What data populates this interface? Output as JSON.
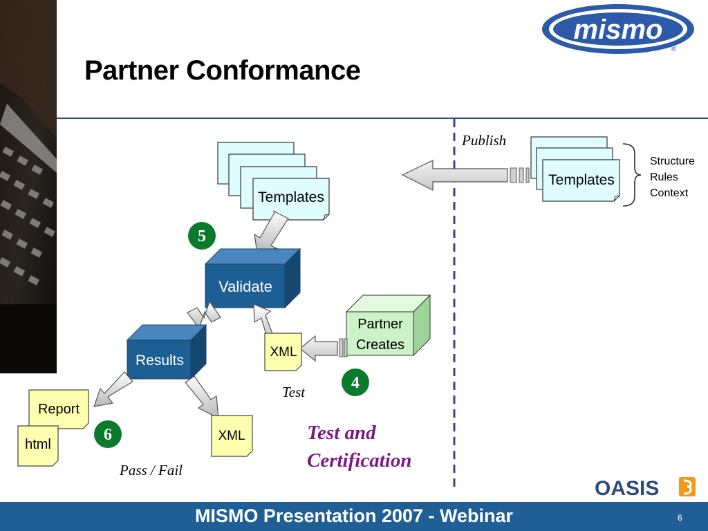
{
  "slide": {
    "title": "Partner Conformance",
    "footer": "MISMO Presentation 2007 - Webinar",
    "slide_number": "6"
  },
  "logos": {
    "mismo": "mismo",
    "mismo_registered": "®",
    "oasis": "OASIS"
  },
  "diagram": {
    "publish_label": "Publish",
    "published_templates_label": "Templates",
    "template_contents": [
      "Structure",
      "Rules",
      "Context"
    ],
    "templates_label": "Templates",
    "validate_label": "Validate",
    "results_label": "Results",
    "partner_creates_label": [
      "Partner",
      "Creates"
    ],
    "partner_xml_label": "XML",
    "result_xml_label": "XML",
    "report_label": "Report",
    "html_label": "html",
    "step_5": "5",
    "step_4": "4",
    "step_6": "6",
    "test_label": "Test",
    "pass_fail_label": "Pass / Fail",
    "section_label": [
      "Test and",
      "Certification"
    ]
  },
  "colors": {
    "footer_bg": "#1f5f95",
    "box_blue": "#1d5f93",
    "box_green": "#ccf2c7",
    "doc_cyan": "#dffdff",
    "doc_yellow": "#ffffb0",
    "step_circle": "#0b7a2a",
    "dashed_divider": "#3b3bb0",
    "accent_purple": "#7b1a86"
  }
}
